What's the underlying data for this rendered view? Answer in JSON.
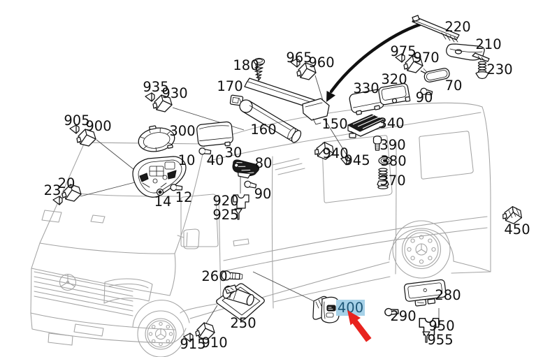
{
  "diagram": {
    "selected_part": "400",
    "colors": {
      "highlight_bg": "#a6d1e8",
      "highlight_text": "#1d5676",
      "pointer_red": "#e8231e",
      "part_line": "#141414",
      "van_line": "#a3a3a3"
    },
    "labels": [
      {
        "id": "220",
        "text": "220"
      },
      {
        "id": "210",
        "text": "210"
      },
      {
        "id": "230",
        "text": "230"
      },
      {
        "id": "975",
        "text": "975"
      },
      {
        "id": "970",
        "text": "970"
      },
      {
        "id": "70",
        "text": "70"
      },
      {
        "id": "90-rear",
        "text": "90"
      },
      {
        "id": "320",
        "text": "320"
      },
      {
        "id": "330",
        "text": "330"
      },
      {
        "id": "965",
        "text": "965"
      },
      {
        "id": "960",
        "text": "960"
      },
      {
        "id": "180",
        "text": "180"
      },
      {
        "id": "170",
        "text": "170"
      },
      {
        "id": "160",
        "text": "160"
      },
      {
        "id": "150",
        "text": "150"
      },
      {
        "id": "935",
        "text": "935"
      },
      {
        "id": "930",
        "text": "930"
      },
      {
        "id": "940",
        "text": "940"
      },
      {
        "id": "945",
        "text": "945"
      },
      {
        "id": "340",
        "text": "340"
      },
      {
        "id": "390",
        "text": "390"
      },
      {
        "id": "380",
        "text": "380"
      },
      {
        "id": "370",
        "text": "370"
      },
      {
        "id": "905",
        "text": "905"
      },
      {
        "id": "900",
        "text": "900"
      },
      {
        "id": "300",
        "text": "300"
      },
      {
        "id": "30",
        "text": "30"
      },
      {
        "id": "40",
        "text": "40"
      },
      {
        "id": "10",
        "text": "10"
      },
      {
        "id": "80",
        "text": "80"
      },
      {
        "id": "90-mid",
        "text": "90"
      },
      {
        "id": "20",
        "text": "20"
      },
      {
        "id": "23",
        "text": "23"
      },
      {
        "id": "14",
        "text": "14"
      },
      {
        "id": "12",
        "text": "12"
      },
      {
        "id": "920",
        "text": "920"
      },
      {
        "id": "925",
        "text": "925"
      },
      {
        "id": "260",
        "text": "260"
      },
      {
        "id": "250",
        "text": "250"
      },
      {
        "id": "915",
        "text": "915"
      },
      {
        "id": "910",
        "text": "910"
      },
      {
        "id": "400",
        "text": "400"
      },
      {
        "id": "290",
        "text": "290"
      },
      {
        "id": "280",
        "text": "280"
      },
      {
        "id": "950",
        "text": "950"
      },
      {
        "id": "955",
        "text": "955"
      },
      {
        "id": "450",
        "text": "450"
      }
    ]
  }
}
